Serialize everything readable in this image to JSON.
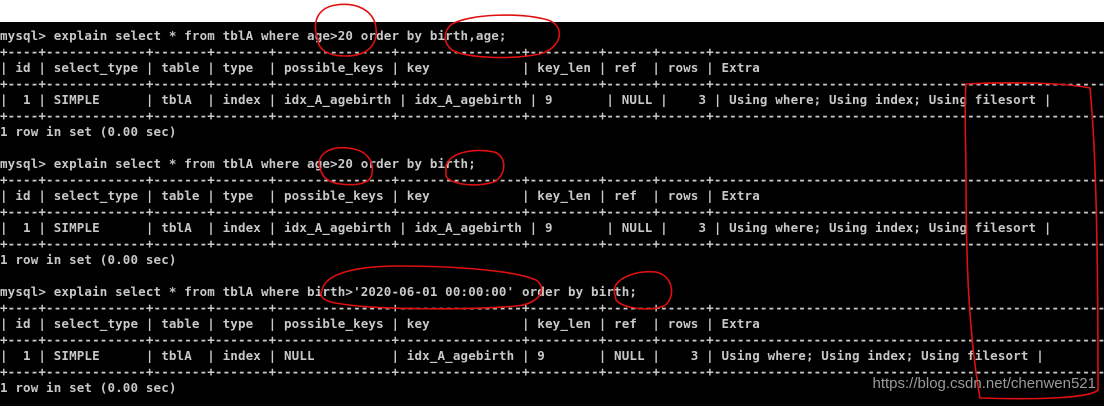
{
  "terminal": {
    "queries": [
      {
        "command": "mysql> explain select * from tblA where age>20 order by birth,age;",
        "border": "+----+-------------+-------+-------+---------------+----------------+---------+------+------+-----------------------------------------------------------+",
        "header": "| id | select_type | table | type  | possible_keys | key            | key_len | ref  | rows | Extra                                                     |",
        "row": "|  1 | SIMPLE      | tblA  | index | idx_A_agebirth | idx_A_agebirth | 9       | NULL |    3 | Using where; Using index; Using filesort |",
        "summary": "1 row in set (0.00 sec)"
      },
      {
        "command": "mysql> explain select * from tblA where age>20 order by birth;",
        "border": "+----+-------------+-------+-------+---------------+----------------+---------+------+------+-----------------------------------------------------------+",
        "header": "| id | select_type | table | type  | possible_keys | key            | key_len | ref  | rows | Extra                                                     |",
        "row": "|  1 | SIMPLE      | tblA  | index | idx_A_agebirth | idx_A_agebirth | 9       | NULL |    3 | Using where; Using index; Using filesort |",
        "summary": "1 row in set (0.00 sec)"
      },
      {
        "command": "mysql> explain select * from tblA where birth>'2020-06-01 00:00:00' order by birth;",
        "border": "+----+-------------+-------+-------+---------------+----------------+---------+------+------+-----------------------------------------------------------+",
        "header": "| id | select_type | table | type  | possible_keys | key            | key_len | ref  | rows | Extra                                                     |",
        "row": "|  1 | SIMPLE      | tblA  | index | NULL          | idx_A_agebirth | 9       | NULL |    3 | Using where; Using index; Using filesort |",
        "summary": "1 row in set (0.00 sec)"
      }
    ]
  },
  "watermark": "https://blog.csdn.net/chenwen521",
  "colors": {
    "terminal_bg": "#000000",
    "terminal_text": "#c8c8c8",
    "annotation": "#e01010"
  }
}
